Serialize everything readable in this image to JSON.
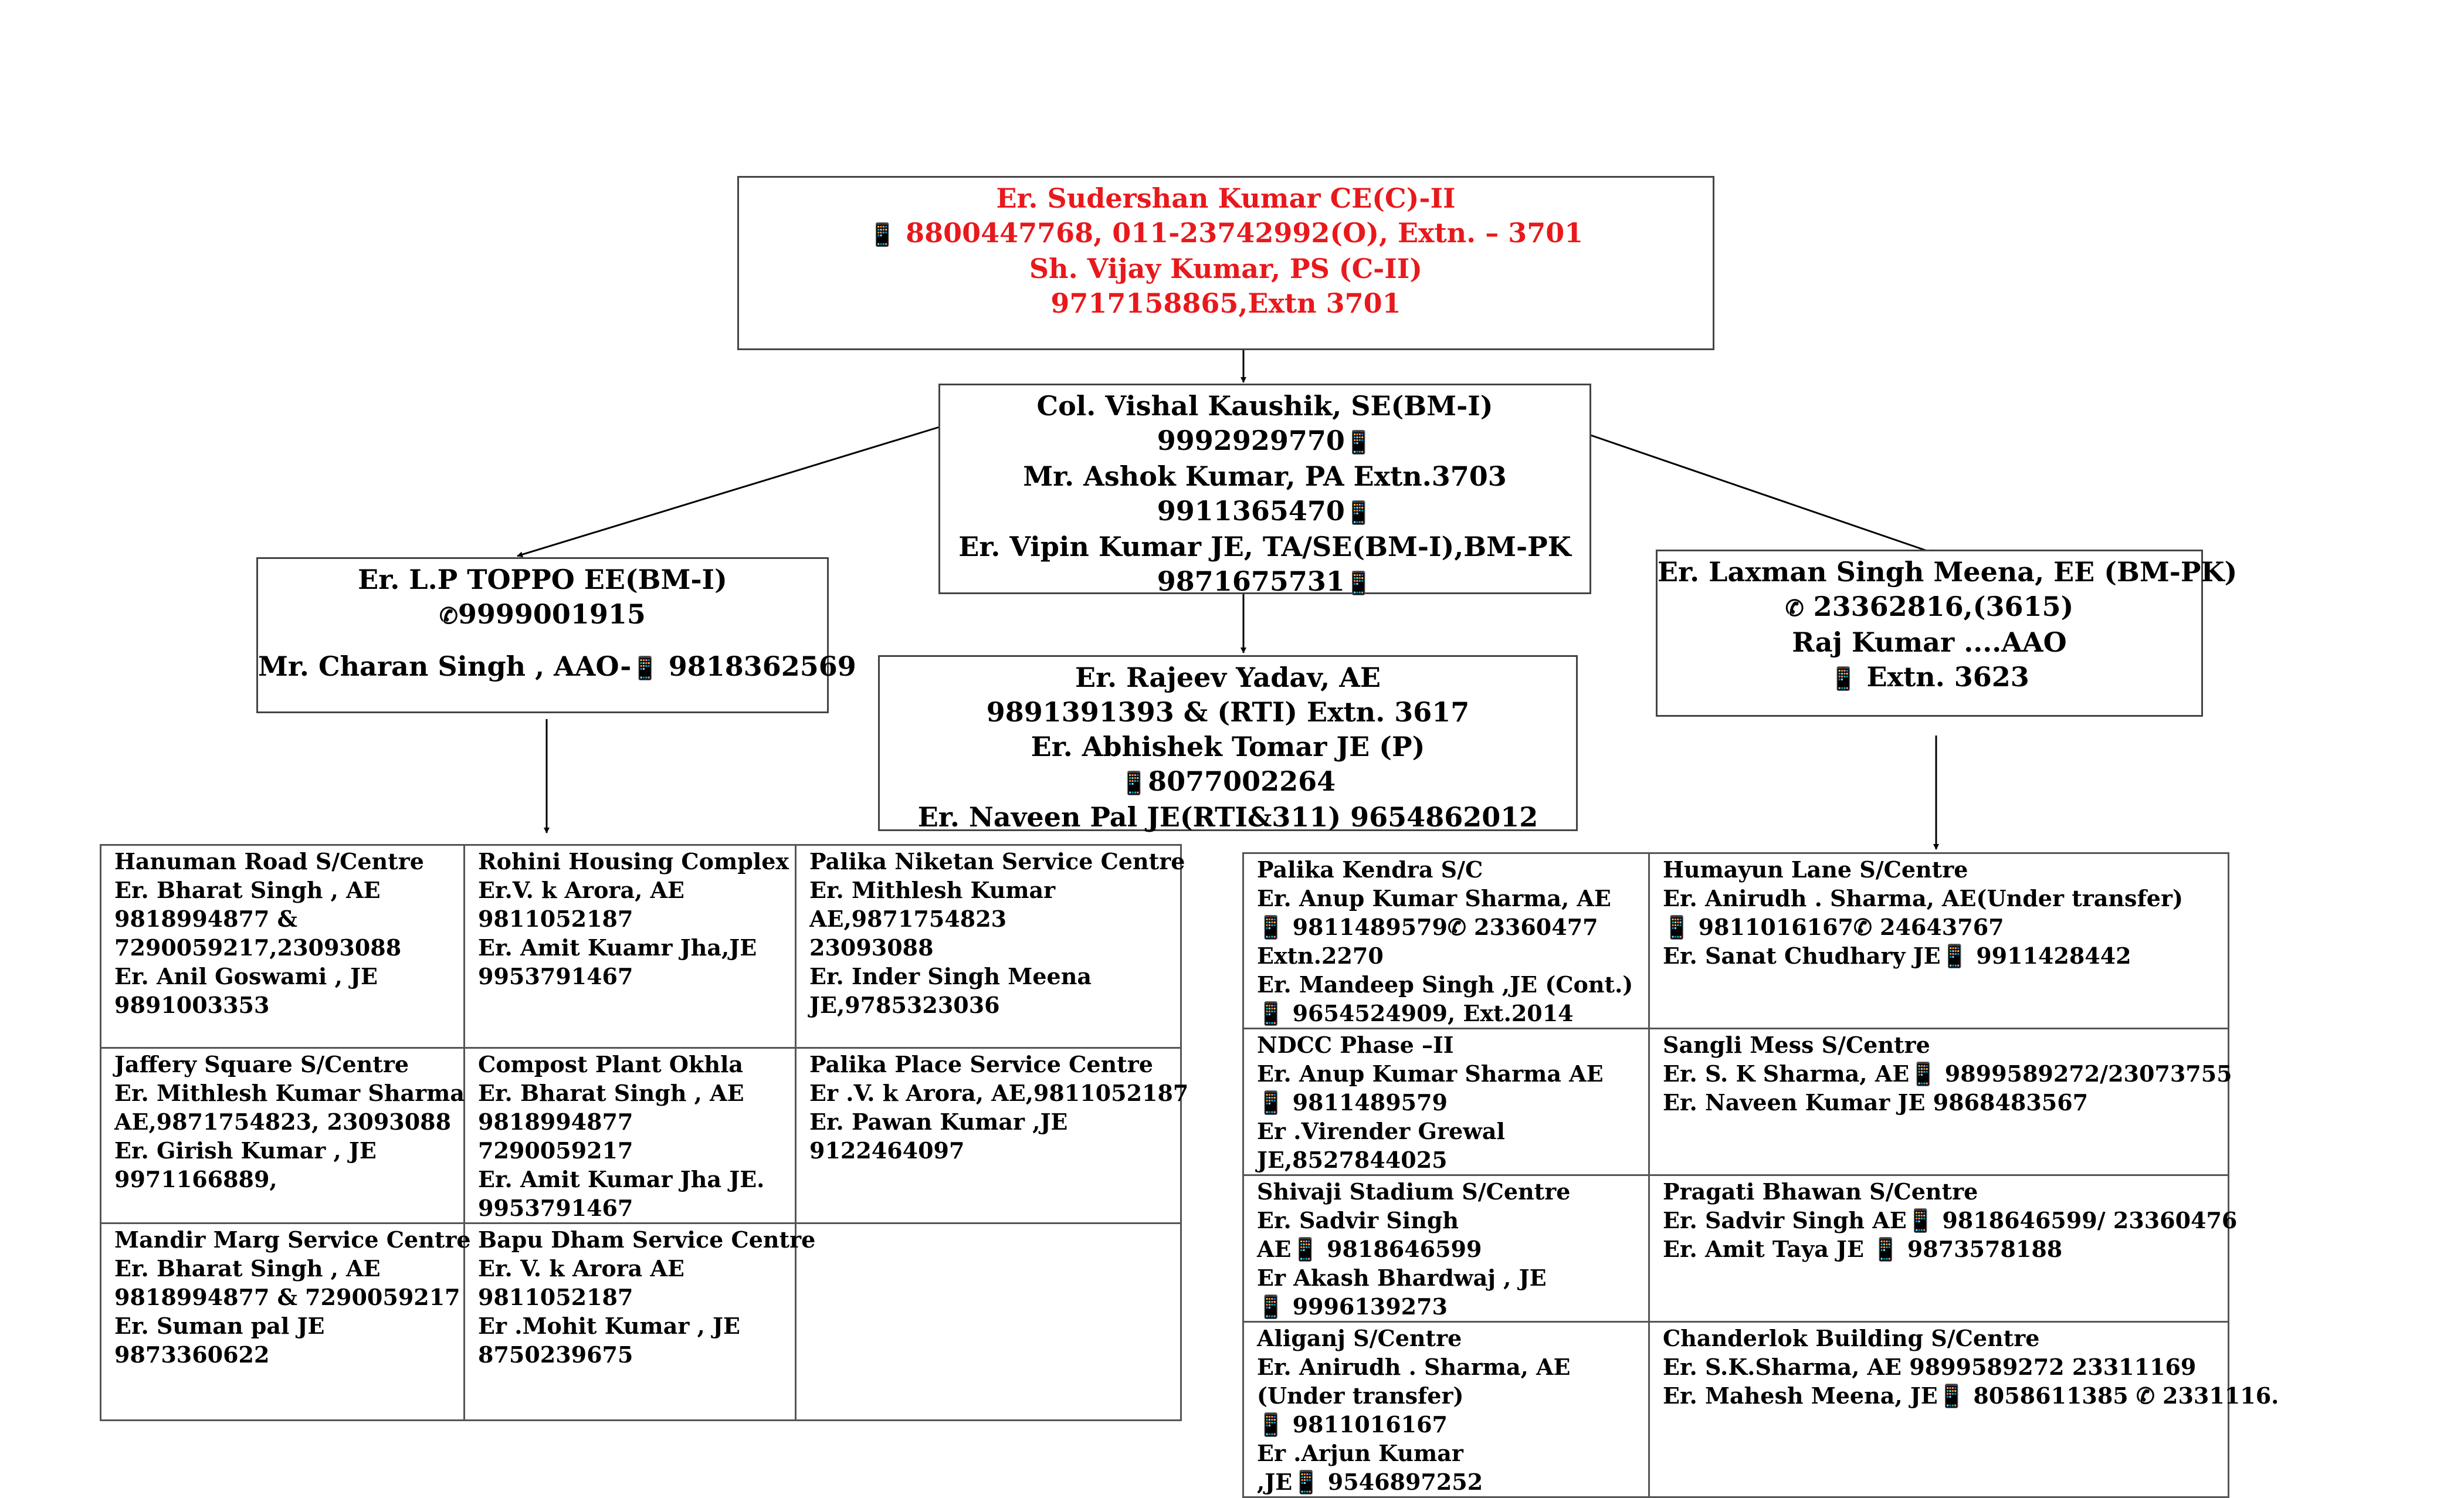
{
  "top": {
    "lines": [
      "Er. Sudershan Kumar CE(C)-II",
      "8800447768, 011-23742992(O), Extn. – 3701",
      "Sh. Vijay Kumar, PS (C-II)",
      "9717158865,Extn 3701"
    ],
    "color": "#e8191c"
  },
  "se": {
    "lines": [
      "Col. Vishal Kaushik, SE(BM-I)",
      "9992929770",
      "Mr. Ashok Kumar, PA   Extn.3703",
      "9911365470",
      "Er. Vipin Kumar JE, TA/SE(BM-I),BM-PK",
      "9871675731"
    ]
  },
  "ee_left": {
    "lines": [
      "Er. L.P TOPPO  EE(BM-I)",
      "9999001915",
      "Mr. Charan Singh , AAO-",
      "9818362569"
    ]
  },
  "ae_middle": {
    "lines": [
      "Er. Rajeev Yadav,  AE",
      "9891391393 & (RTI) Extn. 3617",
      "Er.  Abhishek Tomar JE (P)",
      "8077002264",
      "Er. Naveen Pal JE(RTI&311) 9654862012"
    ]
  },
  "ee_right": {
    "lines": [
      "Er. Laxman Singh Meena, EE (BM-PK)",
      "23362816,(3615)",
      "Raj Kumar ....AAO",
      "Extn. 3623"
    ]
  },
  "left_table": {
    "rows": [
      [
        [
          "Hanuman Road S/Centre",
          "Er. Bharat Singh  , AE",
          "9818994877 &",
          "7290059217,23093088",
          "Er. Anil Goswami , JE",
          "9891003353"
        ],
        [
          "Rohini Housing Complex",
          "Er.V. k Arora, AE",
          "9811052187",
          "Er. Amit Kuamr Jha,JE",
          "9953791467"
        ],
        [
          "Palika Niketan Service Centre",
          "Er. Mithlesh Kumar",
          "AE,9871754823",
          "23093088",
          "Er. Inder Singh Meena",
          "JE,9785323036"
        ]
      ],
      [
        [
          "Jaffery Square S/Centre",
          "Er. Mithlesh Kumar  Sharma",
          "AE,9871754823, 23093088",
          "Er. Girish Kumar , JE",
          "9971166889,"
        ],
        [
          "Compost Plant Okhla",
          " Er. Bharat Singh  , AE",
          "9818994877",
          "7290059217",
          "Er. Amit Kumar Jha JE.",
          "9953791467"
        ],
        [
          "Palika Place Service Centre",
          "Er .V. k Arora, AE,9811052187",
          "Er. Pawan Kumar ,JE",
          "9122464097"
        ]
      ],
      [
        [
          "Mandir Marg Service Centre",
          "Er. Bharat Singh  , AE",
          "9818994877 & 7290059217",
          "Er. Suman pal JE",
          "9873360622"
        ],
        [
          "Bapu Dham Service Centre",
          "Er. V. k Arora AE",
          "9811052187",
          "Er .Mohit Kumar , JE",
          "8750239675"
        ],
        []
      ]
    ]
  },
  "right_table": {
    "rows": [
      [
        [
          "Palika Kendra S/C",
          "Er. Anup Kumar Sharma, AE",
          "9811489579",
          "23360477",
          "Extn.2270",
          "Er. Mandeep Singh ,JE (Cont.)",
          "9654524909, Ext.2014"
        ],
        [
          "Humayun Lane S/Centre",
          "Er. Anirudh . Sharma, AE(Under transfer)",
          "9811016167",
          "24643767",
          "Er.  Sanat Chudhary JE",
          "9911428442"
        ]
      ],
      [
        [
          "NDCC Phase –II",
          "Er. Anup Kumar Sharma AE",
          "9811489579",
          "Er .Virender Grewal",
          "JE,8527844025"
        ],
        [
          " Sangli Mess S/Centre",
          "Er. S. K Sharma, AE",
          "9899589272/23073755",
          "Er. Naveen Kumar JE 9868483567"
        ]
      ],
      [
        [
          "Shivaji Stadium S/Centre",
          "Er. Sadvir Singh",
          "AE",
          "9818646599",
          "Er  Akash  Bhardwaj  , JE",
          "9996139273"
        ],
        [
          "Pragati Bhawan S/Centre",
          "Er. Sadvir Singh AE",
          "9818646599/ 23360476",
          "Er. Amit Taya JE ",
          "9873578188"
        ]
      ],
      [
        [
          "Aliganj S/Centre",
          "Er. Anirudh . Sharma, AE",
          "(Under transfer)",
          "9811016167",
          "Er .Arjun Kumar",
          ",JE",
          "9546897252"
        ],
        [
          "Chanderlok Building S/Centre",
          "Er. S.K.Sharma, AE 9899589272  23311169",
          "Er. Mahesh Meena, JE",
          "8058611385",
          "2331116."
        ]
      ]
    ]
  }
}
